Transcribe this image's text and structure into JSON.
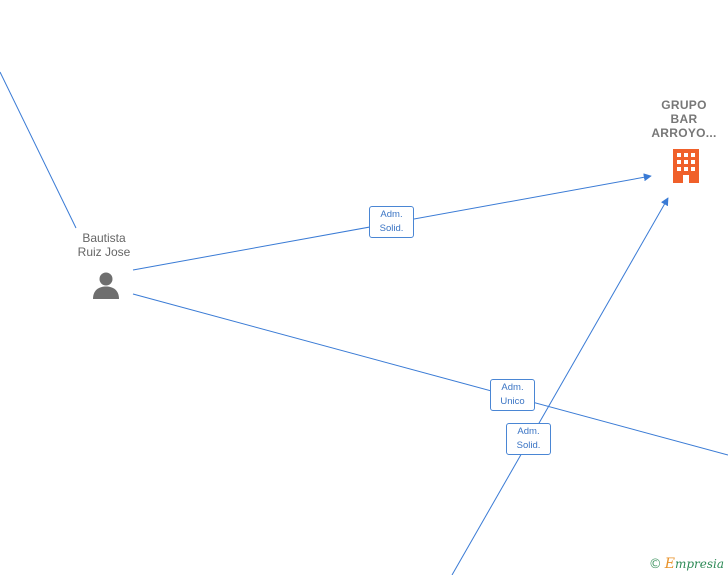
{
  "nodes": {
    "person": {
      "line1": "Bautista",
      "line2": "Ruiz Jose",
      "icon": "person-icon",
      "color": "#6e6e6e"
    },
    "company": {
      "line1": "GRUPO",
      "line2": "BAR",
      "line3": "ARROYO...",
      "icon": "building-icon",
      "color": "#f0602a"
    }
  },
  "edges": {
    "e1": {
      "line1": "Adm.",
      "line2": "Solid."
    },
    "e2": {
      "line1": "Adm.",
      "line2": "Unico"
    },
    "e3": {
      "line1": "Adm.",
      "line2": "Solid."
    }
  },
  "colors": {
    "edge": "#3a7bd5"
  },
  "branding": {
    "copyright": "©",
    "name_first": "E",
    "name_rest": "mpresia"
  }
}
